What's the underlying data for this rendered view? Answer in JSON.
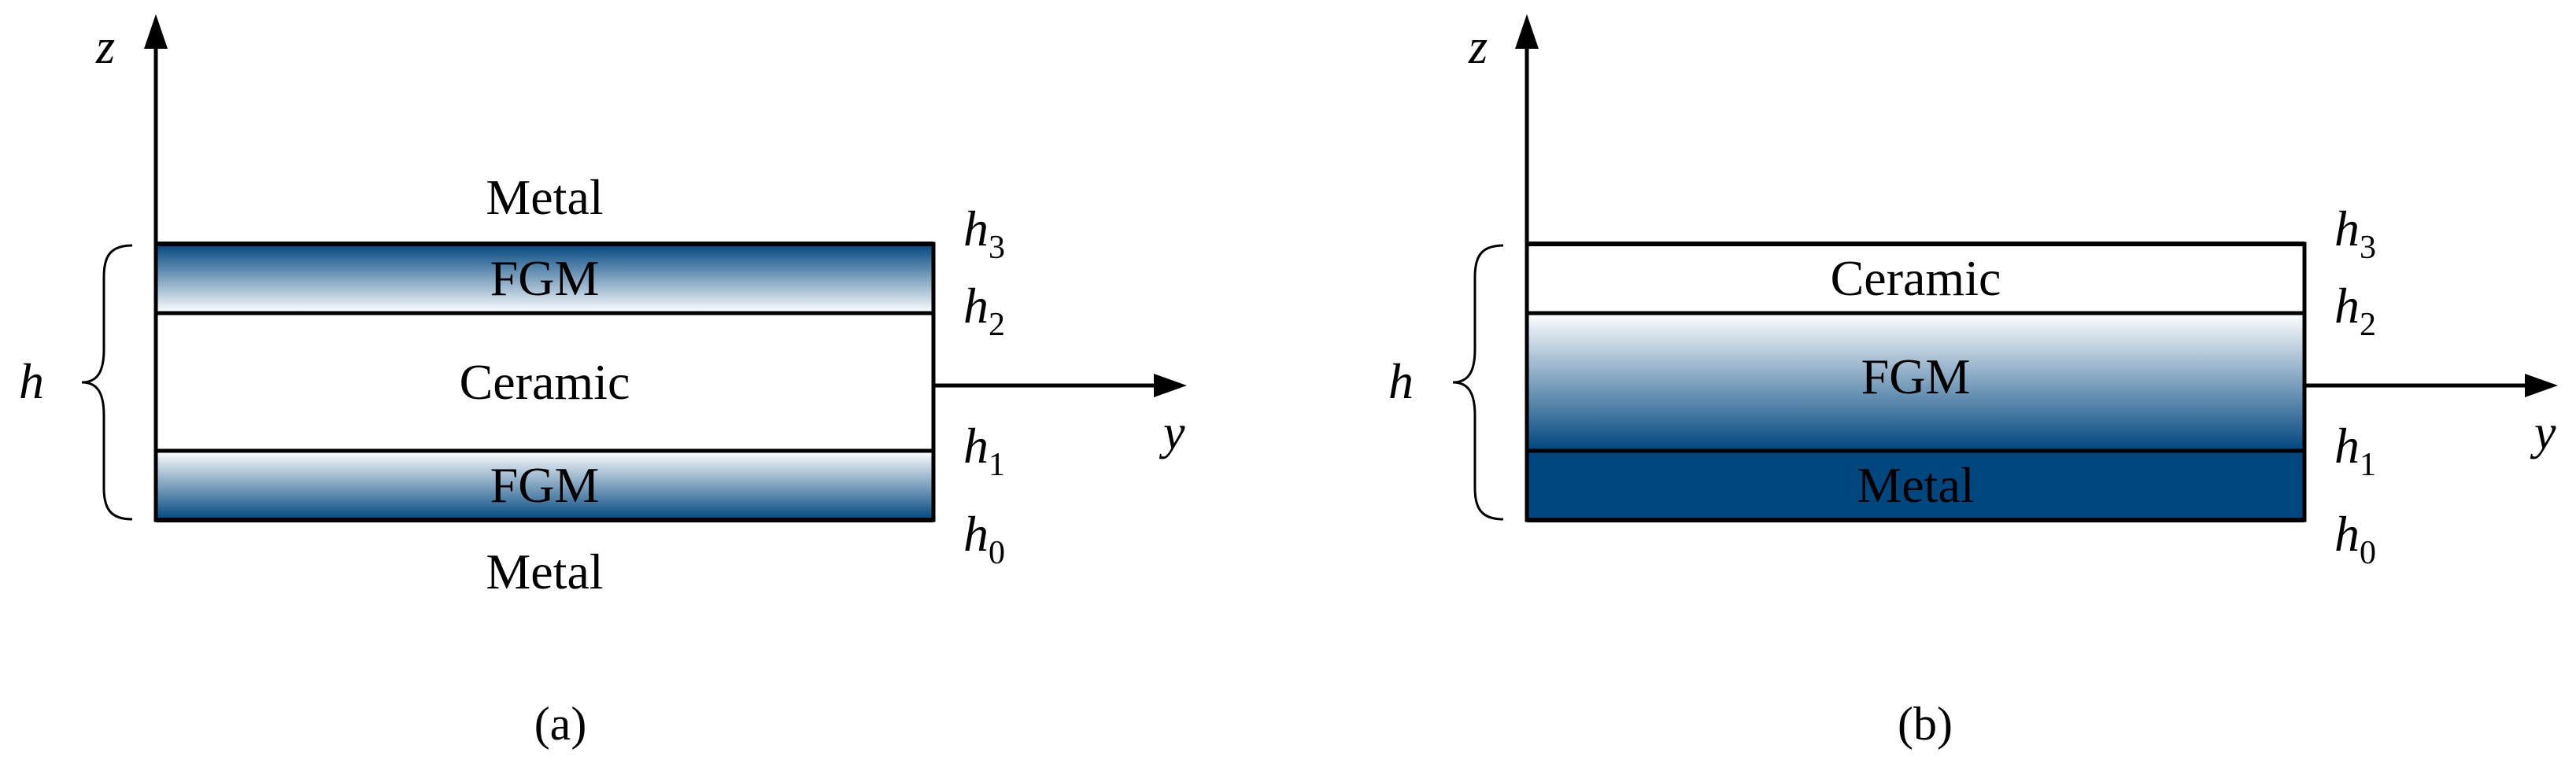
{
  "colors": {
    "metal": "#00467f",
    "ceramic": "#ffffff",
    "stroke": "#000000"
  },
  "panel_a": {
    "axis_z": "z",
    "axis_y": "y",
    "thickness": "h",
    "outer_top": "Metal",
    "outer_bottom": "Metal",
    "layer_fgm_top": "FGM",
    "layer_core": "Ceramic",
    "layer_fgm_bottom": "FGM",
    "h3_base": "h",
    "h3_sub": "3",
    "h2_base": "h",
    "h2_sub": "2",
    "h1_base": "h",
    "h1_sub": "1",
    "h0_base": "h",
    "h0_sub": "0",
    "caption": "(a)"
  },
  "panel_b": {
    "axis_z": "z",
    "axis_y": "y",
    "thickness": "h",
    "layer_top": "Ceramic",
    "layer_fgm": "FGM",
    "layer_bottom": "Metal",
    "h3_base": "h",
    "h3_sub": "3",
    "h2_base": "h",
    "h2_sub": "2",
    "h1_base": "h",
    "h1_sub": "1",
    "h0_base": "h",
    "h0_sub": "0",
    "caption": "(b)"
  }
}
